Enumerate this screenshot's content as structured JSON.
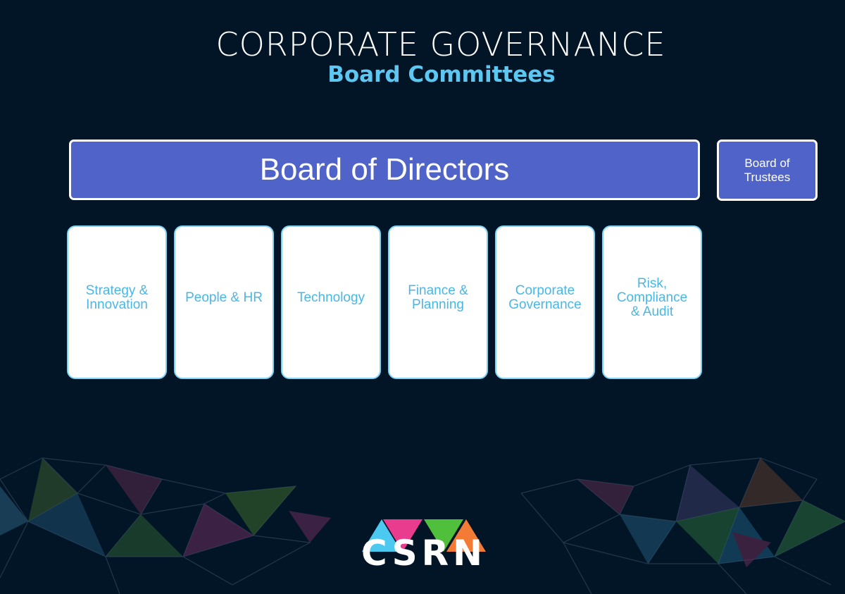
{
  "header": {
    "title": "CORPORATE GOVERNANCE",
    "subtitle": "Board Committees"
  },
  "boards": {
    "directors": "Board of Directors",
    "trustees": "Board of Trustees"
  },
  "committees": [
    {
      "label": "Strategy & Innovation"
    },
    {
      "label": "People & HR"
    },
    {
      "label": "Technology"
    },
    {
      "label": "Finance & Planning"
    },
    {
      "label": "Corporate Governance"
    },
    {
      "label": "Risk, Compliance & Audit"
    }
  ],
  "logo": {
    "text": "CSRN",
    "colors": [
      "#4cc9f0",
      "#e93c8f",
      "#4fbf3c",
      "#f47b35"
    ]
  },
  "colors": {
    "background": "#021527",
    "board_fill": "#4f63c9",
    "committee_text": "#49b7e6",
    "subtitle": "#5cc8f2"
  }
}
